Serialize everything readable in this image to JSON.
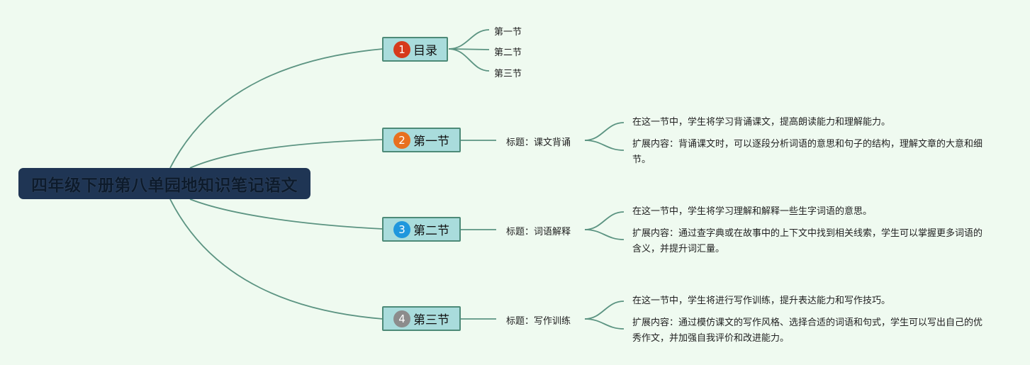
{
  "root": {
    "title": "四年级下册第八单园地知识笔记语文"
  },
  "branches": [
    {
      "number": "1",
      "label": "目录",
      "color": "#d63a1c",
      "children": [
        "第一节",
        "第二节",
        "第三节"
      ]
    },
    {
      "number": "2",
      "label": "第一节",
      "color": "#e8701f",
      "title": "标题：课文背诵",
      "notes": [
        "在这一节中，学生将学习背诵课文，提高朗读能力和理解能力。",
        "扩展内容：背诵课文时，可以逐段分析词语的意思和句子的结构，理解文章的大意和细节。"
      ]
    },
    {
      "number": "3",
      "label": "第二节",
      "color": "#1f97dd",
      "title": "标题：词语解释",
      "notes": [
        "在这一节中，学生将学习理解和解释一些生字词语的意思。",
        "扩展内容：通过查字典或在故事中的上下文中找到相关线索，学生可以掌握更多词语的含义，并提升词汇量。"
      ]
    },
    {
      "number": "4",
      "label": "第三节",
      "color": "#8c8c8c",
      "title": "标题：写作训练",
      "notes": [
        "在这一节中，学生将进行写作训练，提升表达能力和写作技巧。",
        "扩展内容：通过模仿课文的写作风格、选择合适的词语和句式，学生可以写出自己的优秀作文，并加强自我评价和改进能力。"
      ]
    }
  ],
  "colors": {
    "line": "#4d8a78",
    "background": "#effaf0",
    "root": "#1f3554",
    "node": "#a9dcdc"
  }
}
